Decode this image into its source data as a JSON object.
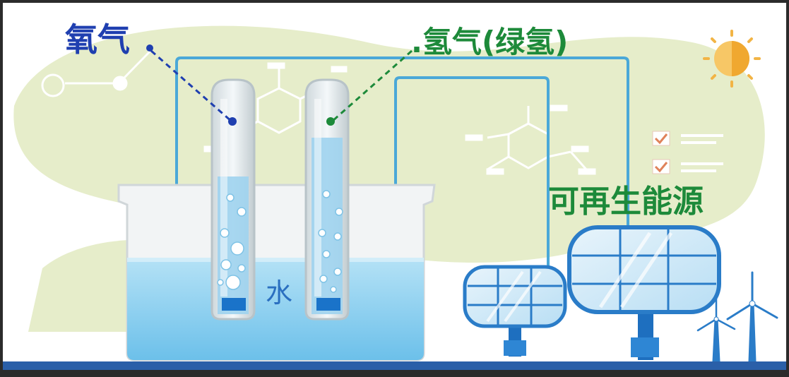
{
  "labels": {
    "oxygen": "氧气",
    "hydrogen": ".氢气(绿氢)",
    "renewable": "可再生能源",
    "water": "水"
  },
  "colors": {
    "oxygen_label": "#1f3fb0",
    "hydrogen_label": "#1d8a3a",
    "wire": "#4aa8d8",
    "water": "#8fd0ef",
    "background_blob": "#e6edca",
    "sun": "#f0a830",
    "ground": "#2a5fa8"
  },
  "icons": [
    "molecule-icon",
    "sun-icon",
    "checklist-icon",
    "solar-panel-icon",
    "wind-turbine-icon",
    "beaker-icon",
    "test-tube-icon",
    "electrode-icon"
  ]
}
